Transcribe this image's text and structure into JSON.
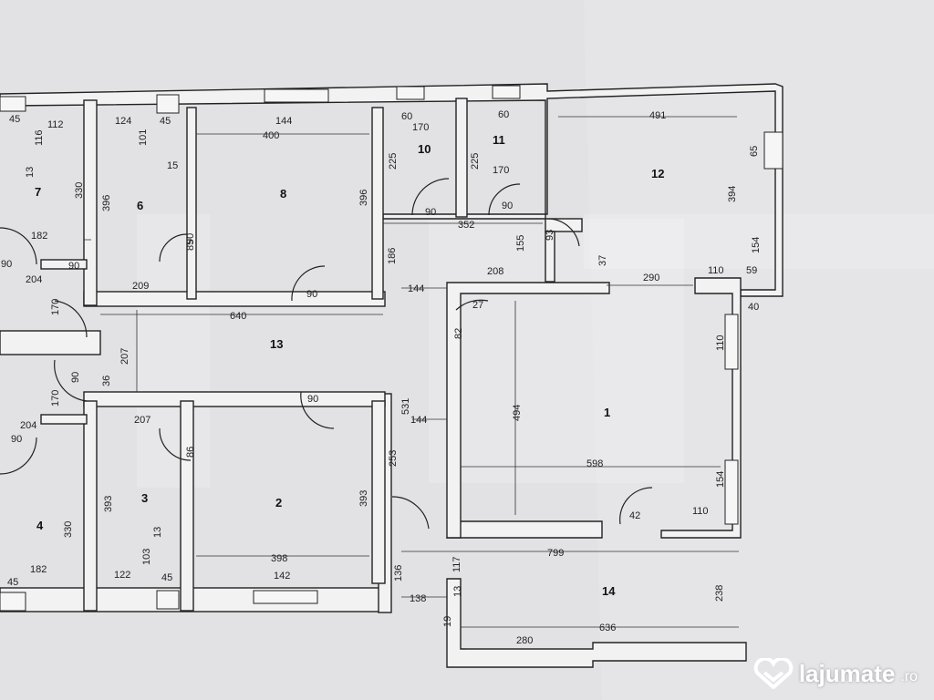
{
  "rooms": [
    {
      "id": "1",
      "dims": [
        "494",
        "598"
      ]
    },
    {
      "id": "2",
      "dims": [
        "393",
        "398",
        "142"
      ]
    },
    {
      "id": "3",
      "dims": [
        "393",
        "207",
        "122"
      ]
    },
    {
      "id": "4",
      "dims": [
        "330",
        "182"
      ]
    },
    {
      "id": "6",
      "dims": [
        "396",
        "124",
        "209"
      ]
    },
    {
      "id": "7",
      "dims": [
        "330",
        "112",
        "182"
      ]
    },
    {
      "id": "8",
      "dims": [
        "396",
        "400",
        "144"
      ]
    },
    {
      "id": "10",
      "dims": [
        "225",
        "170",
        "60"
      ]
    },
    {
      "id": "11",
      "dims": [
        "225",
        "170",
        "60"
      ]
    },
    {
      "id": "12",
      "dims": [
        "394",
        "491",
        "65"
      ]
    },
    {
      "id": "13",
      "dims": [
        "640",
        "207"
      ]
    },
    {
      "id": "14",
      "dims": [
        "636",
        "238",
        "280"
      ]
    }
  ],
  "labels": {
    "r1": "1",
    "r2": "2",
    "r3": "3",
    "r4": "4",
    "r6": "6",
    "r7": "7",
    "r8": "8",
    "r10": "10",
    "r11": "11",
    "r12": "12",
    "r13": "13",
    "r14": "14",
    "d640": "640",
    "d207": "207",
    "d494": "494",
    "d598": "598",
    "d799": "799",
    "d636": "636",
    "d280": "280",
    "d238": "238",
    "d400": "400",
    "d144a": "144",
    "d396a": "396",
    "d396b": "396",
    "d124": "124",
    "d209": "209",
    "d330a": "330",
    "d112": "112",
    "d182a": "182",
    "d491": "491",
    "d394": "394",
    "d65": "65",
    "d154a": "154",
    "d59": "59",
    "d40": "40",
    "d110a": "110",
    "d352": "352",
    "d155": "155",
    "d90a": "90",
    "d225a": "225",
    "d225b": "225",
    "d170a": "170",
    "d170b": "170",
    "d60a": "60",
    "d60b": "60",
    "d90b": "90",
    "d90c": "90",
    "d186": "186",
    "d144b": "144",
    "d144c": "144",
    "d531": "531",
    "d208": "208",
    "d27": "27",
    "d82": "82",
    "d37": "37",
    "d290": "290",
    "d110b": "110",
    "d154b": "154",
    "d42": "42",
    "d110c": "110",
    "d393a": "393",
    "d393b": "393",
    "d398": "398",
    "d142": "142",
    "d207b": "207",
    "d122": "122",
    "d45a": "45",
    "d45b": "45",
    "d45c": "45",
    "d45d": "45",
    "d86": "86",
    "d253": "253",
    "d136": "136",
    "d138": "138",
    "d117": "117",
    "d13": "13",
    "d19": "19",
    "d204a": "204",
    "d204b": "204",
    "d90d": "90",
    "d90e": "90",
    "d90f": "90",
    "d90g": "90",
    "d90h": "90",
    "d36": "36",
    "d170c": "170",
    "d170d": "170",
    "d330b": "330",
    "d182b": "182",
    "d15": "15",
    "d101": "101",
    "d116": "116",
    "d13b": "13",
    "d103": "103",
    "d13c": "13",
    "d85": "85",
    "d90i": "90",
    "d93": "93"
  },
  "brand": {
    "name": "lajumate",
    "tld": ".ro"
  }
}
